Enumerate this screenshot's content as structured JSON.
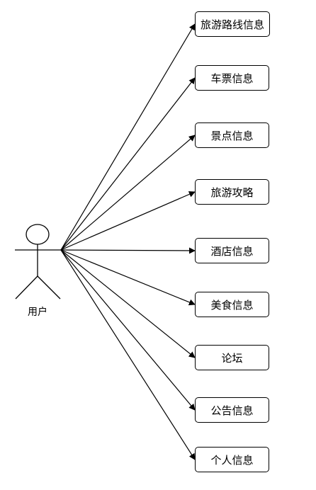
{
  "diagram": {
    "actor": {
      "label": "用户"
    },
    "use_cases": [
      {
        "label": "旅游路线信息"
      },
      {
        "label": "车票信息"
      },
      {
        "label": "景点信息"
      },
      {
        "label": "旅游攻略"
      },
      {
        "label": "酒店信息"
      },
      {
        "label": "美食信息"
      },
      {
        "label": "论坛"
      },
      {
        "label": "公告信息"
      },
      {
        "label": "个人信息"
      }
    ],
    "colors": {
      "line": "#000000",
      "box_border": "#000000",
      "background": "#ffffff"
    }
  }
}
